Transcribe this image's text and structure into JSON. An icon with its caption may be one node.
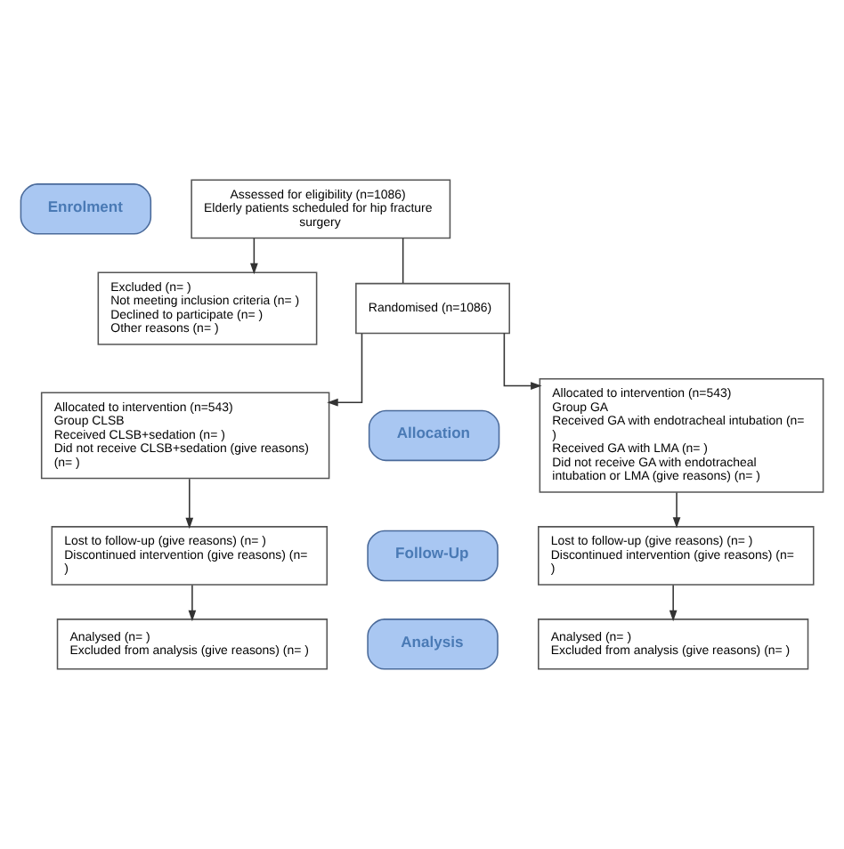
{
  "diagram": {
    "nodes": [
      {
        "text": [
          "Enrolment"
        ]
      },
      {
        "text": [
          "Assessed for eligibility (n=1086)",
          "Elderly patients scheduled for hip fracture surgery"
        ]
      },
      {
        "text": [
          "Excluded (n= )",
          "Not meeting inclusion criteria (n= )",
          "Declined to participate (n= )",
          "Other reasons (n= )"
        ]
      },
      {
        "text": [
          "Randomised (n=1086)"
        ]
      },
      {
        "text": [
          "Allocation"
        ]
      },
      {
        "text": [
          "Allocated to intervention (n=543)",
          "Group CLSB",
          "Received CLSB+sedation (n= )",
          "Did not receive CLSB+sedation (give reasons) (n= )"
        ]
      },
      {
        "text": [
          "Allocated to intervention (n=543)",
          "Group GA",
          "Received GA with endotracheal intubation (n= )",
          "Received GA with LMA (n= )",
          "Did not receive GA with endotracheal intubation or LMA (give reasons) (n= )"
        ]
      },
      {
        "text": [
          "Follow-Up"
        ]
      },
      {
        "text": [
          "Lost to follow-up (give reasons) (n= )",
          "Discontinued intervention (give reasons) (n= )"
        ]
      },
      {
        "text": [
          "Lost to follow-up (give reasons) (n= )",
          "Discontinued intervention (give reasons) (n= )"
        ]
      },
      {
        "text": [
          "Analysis"
        ]
      },
      {
        "text": [
          "Analysed (n= )",
          "Excluded from analysis (give reasons) (n= )"
        ]
      },
      {
        "text": [
          "Analysed (n= )",
          "Excluded from analysis (give reasons) (n= )"
        ]
      }
    ],
    "edges": [
      {
        "from": 1,
        "to": 3,
        "arrow": "none"
      },
      {
        "from": 1,
        "to": 2,
        "arrow": "to"
      },
      {
        "from": 3,
        "to": 5,
        "arrow": "to"
      },
      {
        "from": 3,
        "to": 6,
        "arrow": "to"
      },
      {
        "from": 5,
        "to": 8,
        "arrow": "to"
      },
      {
        "from": 6,
        "to": 9,
        "arrow": "to"
      },
      {
        "from": 8,
        "to": 11,
        "arrow": "to"
      },
      {
        "from": 9,
        "to": 12,
        "arrow": "to"
      }
    ]
  }
}
